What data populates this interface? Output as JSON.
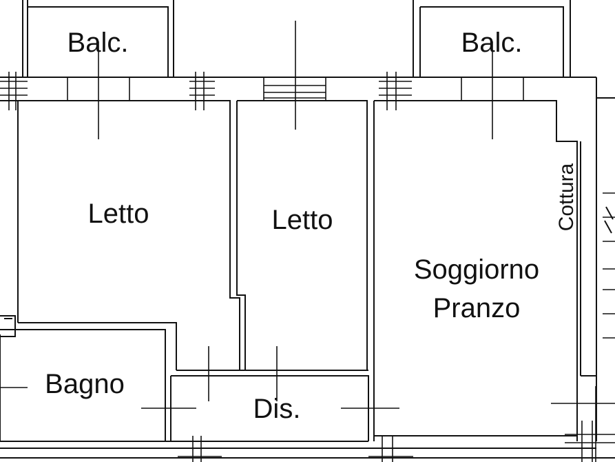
{
  "rooms": {
    "balcony_left": "Balc.",
    "balcony_right": "Balc.",
    "bedroom_left": "Letto",
    "bedroom_center": "Letto",
    "living": {
      "line1": "Soggiorno",
      "line2": "Pranzo"
    },
    "cooking": "Cottura",
    "bathroom": "Bagno",
    "hallway": "Dis."
  }
}
